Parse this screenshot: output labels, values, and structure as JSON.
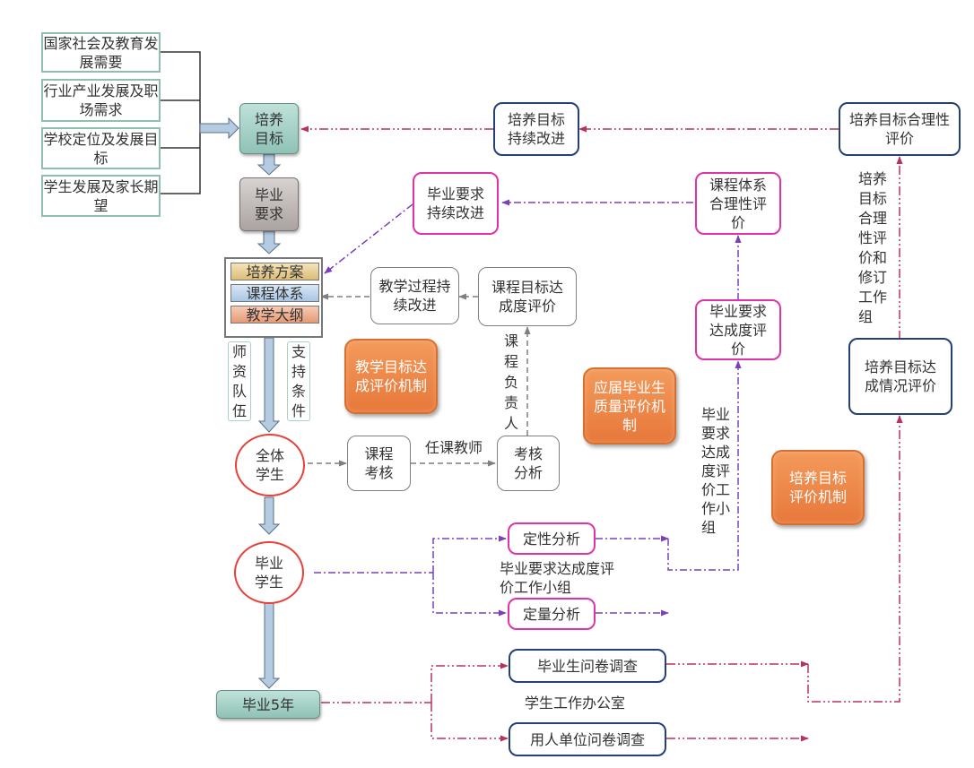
{
  "diagram": {
    "sources": [
      "国家社会及教育发展需要",
      "行业产业发展及职场需求",
      "学校定位及发展目标",
      "学生发展及家长期望"
    ],
    "main_flow": {
      "training_goal": "培养目标",
      "graduation_req": "毕业要求",
      "plan": "培养方案",
      "curriculum": "课程体系",
      "syllabus": "教学大纲",
      "faculty": "师资队伍",
      "support": "支持条件",
      "all_students": "全体学生",
      "graduates": "毕业学生",
      "after5": "毕业5年"
    },
    "teaching_loop": {
      "course_exam": "课程考核",
      "teacher_label": "任课教师",
      "exam_analysis": "考核分析",
      "owner_label": "课程负责人",
      "course_goal_eval": "课程目标达成度评价",
      "process_improve": "教学过程持续改进"
    },
    "req_loop": {
      "qualitative": "定性分析",
      "quantitative": "定量分析",
      "group_label": "毕业要求达成度评价工作小组",
      "vertical_group_label": "毕业要求达成度评价工作小组",
      "req_eval": "毕业要求达成度评价",
      "curriculum_eval": "课程体系合理性评价",
      "req_improve": "毕业要求持续改进"
    },
    "goal_loop": {
      "grad_survey": "毕业生问卷调查",
      "employer_survey": "用人单位问卷调查",
      "office_label": "学生工作办公室",
      "goal_achieve_eval": "培养目标达成情况评价",
      "revision_group_label": "培养目标合理性评价和修订工作组",
      "goal_rational_eval": "培养目标合理性评价",
      "goal_improve": "培养目标持续改进"
    },
    "mechanisms": {
      "teaching": "教学目标达成评价机制",
      "graduate_quality": "应届毕业生质量评价机制",
      "goal": "培养目标评价机制"
    },
    "colors": {
      "teal_box": "#9fcdc2",
      "grey_box": "#bdb6b5",
      "orange": "#ec8445",
      "pink_border": "#e033a8",
      "navy_border": "#24407a",
      "red_circle": "#e8403a",
      "purple_line": "#7b3fbf",
      "crimson_line": "#b8325a",
      "grey_dash": "#7f7f7f",
      "arrow_fill": "#b4cbe2"
    }
  }
}
